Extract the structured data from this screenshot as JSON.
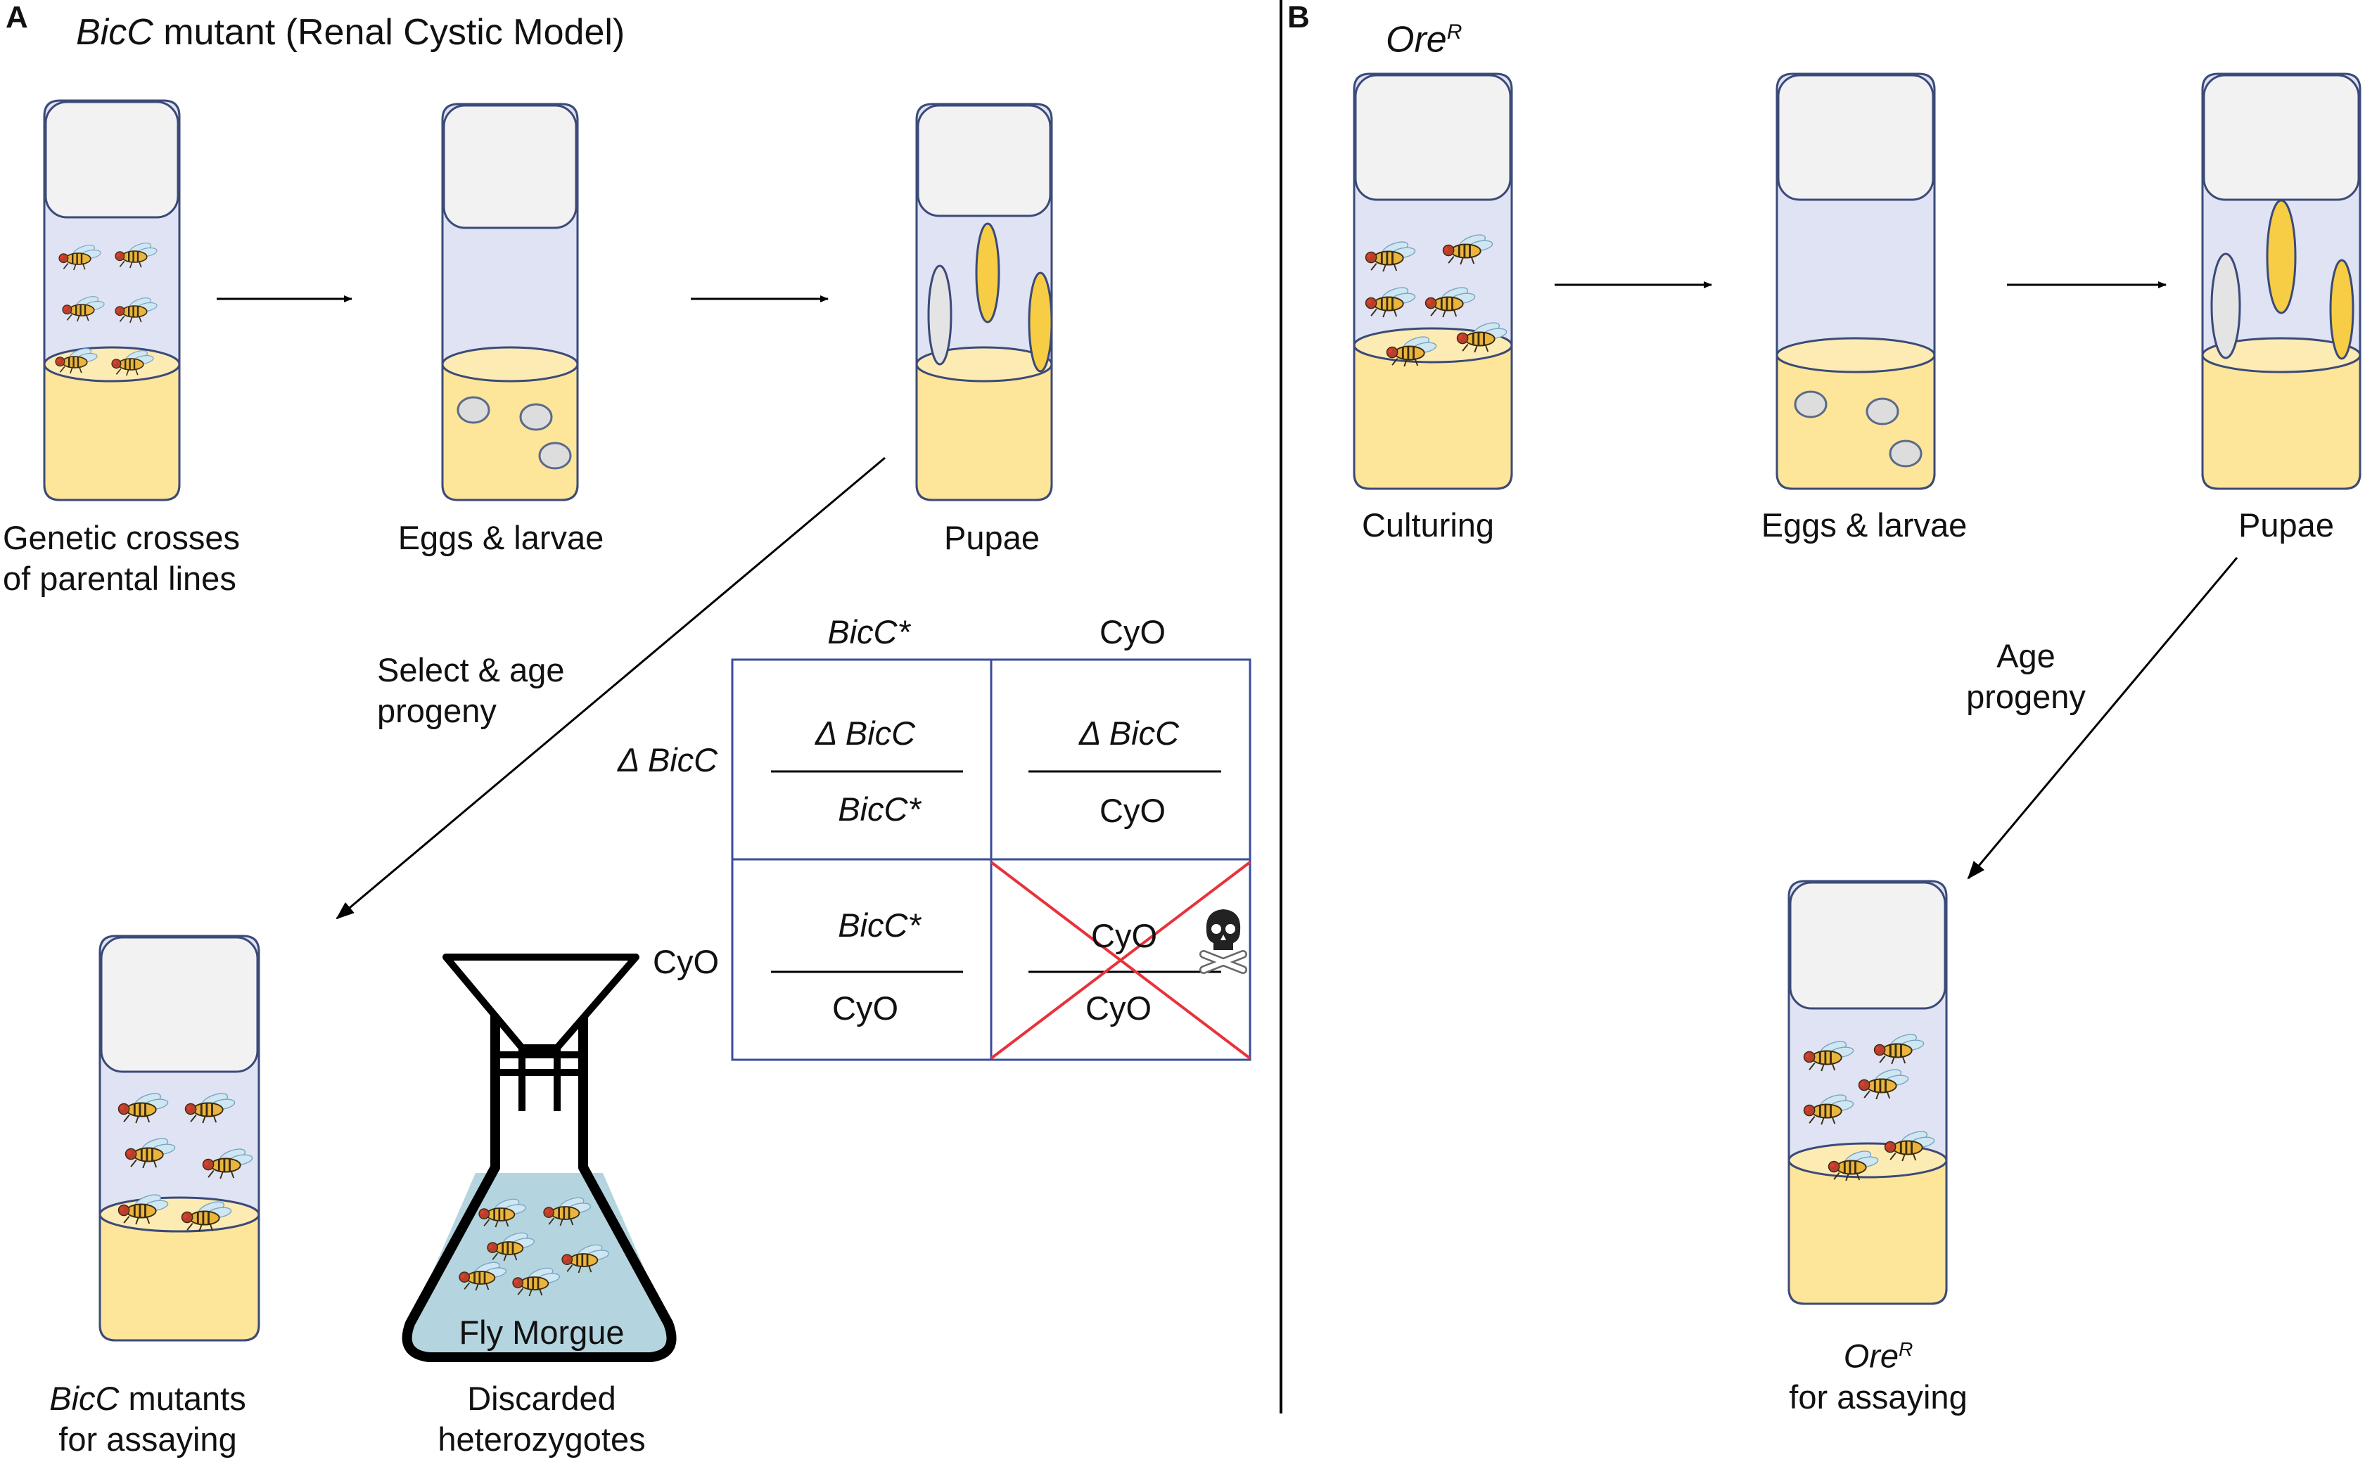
{
  "panel_a": {
    "letter": "A",
    "title_italic": "BicC",
    "title_rest": " mutant (Renal Cystic Model)",
    "vial1_caption": [
      "Genetic crosses",
      "of parental lines"
    ],
    "vial2_caption": "Eggs & larvae",
    "vial3_caption": "Pupae",
    "arrow_label": [
      "Select & age",
      "progeny"
    ],
    "final_vial_caption_italic": "BicC",
    "final_vial_caption_rest": " mutants",
    "final_vial_caption_line2": "for assaying",
    "flask_label": "Fly Morgue",
    "flask_caption": [
      "Discarded",
      "heterozygotes"
    ],
    "punnett": {
      "col_headers": [
        "BicC*",
        "CyO"
      ],
      "row_headers": [
        "Δ BicC",
        "CyO"
      ],
      "cells": [
        {
          "top": "Δ BicC",
          "bottom": "BicC*",
          "crossed": false
        },
        {
          "top": "Δ BicC",
          "bottom": "CyO",
          "crossed": false
        },
        {
          "top": "BicC*",
          "bottom": "CyO",
          "crossed": false
        },
        {
          "top": "CyO",
          "bottom": "CyO",
          "crossed": true
        }
      ]
    }
  },
  "panel_b": {
    "letter": "B",
    "title": "Ore",
    "title_sup": "R",
    "vial1_caption": "Culturing",
    "vial2_caption": "Eggs & larvae",
    "vial3_caption": "Pupae",
    "arrow_label": [
      "Age",
      "progeny"
    ],
    "final_vial_caption_line1": "Ore",
    "final_vial_caption_sup": "R",
    "final_vial_caption_line2": "for assaying"
  },
  "colors": {
    "vial_outline": "#3b4a78",
    "vial_fill": "#dfe3f3",
    "cap_fill": "#f2f2f2",
    "food": "#fde59a",
    "pupa_yellow": "#f7cd45",
    "pupa_gray": "#e4e4e4",
    "flask_liquid": "#b4d5df",
    "grid_line": "#3a4d9c",
    "cross_red": "#e8323c"
  }
}
